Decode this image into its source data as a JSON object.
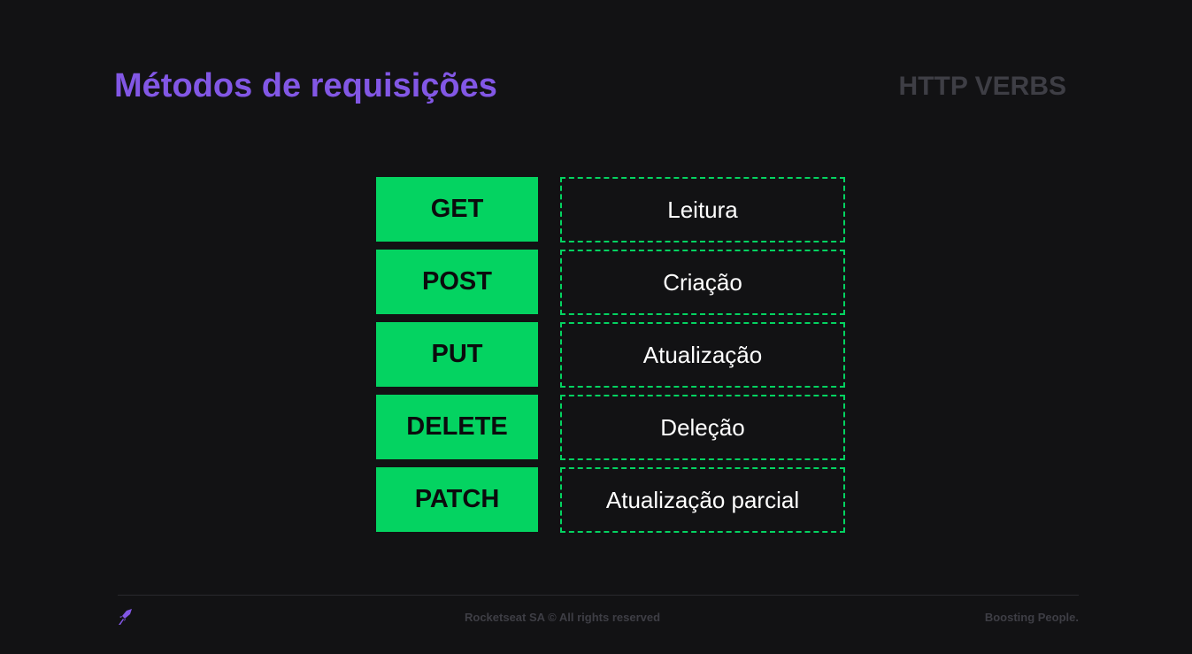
{
  "header": {
    "title": "Métodos de requisições",
    "subtitle": "HTTP VERBS"
  },
  "methods": [
    {
      "verb": "GET",
      "meaning": "Leitura"
    },
    {
      "verb": "POST",
      "meaning": "Criação"
    },
    {
      "verb": "PUT",
      "meaning": "Atualização"
    },
    {
      "verb": "DELETE",
      "meaning": "Deleção"
    },
    {
      "verb": "PATCH",
      "meaning": "Atualização parcial"
    }
  ],
  "footer": {
    "logo_icon": "rocket-icon",
    "copyright": "Rocketseat SA  © All rights reserved",
    "tagline": "Boosting People."
  },
  "colors": {
    "accent_purple": "#8257e5",
    "accent_green": "#04d361",
    "background": "#121214",
    "muted_text": "#3e3e45"
  }
}
